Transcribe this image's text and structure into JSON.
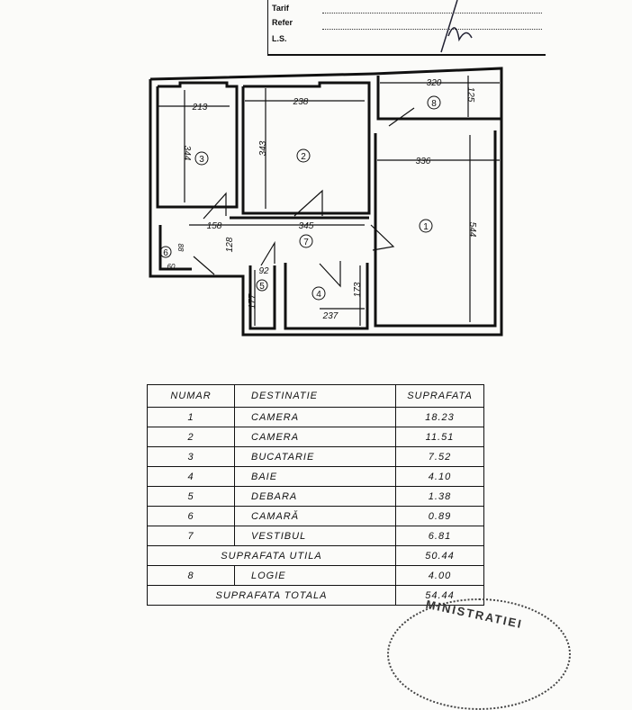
{
  "header": {
    "line1": "Tarif",
    "line1_value": "...",
    "line2": "Refer",
    "line3": "L.S."
  },
  "plan": {
    "rooms": [
      "1",
      "2",
      "3",
      "4",
      "5",
      "6",
      "7",
      "8"
    ],
    "dimensions": {
      "room3_width": "213",
      "room3_length": "344",
      "room2_width": "238",
      "room2_length": "343",
      "room8_width": "320",
      "room8_length": "125",
      "room1_width": "336",
      "room1_length": "544",
      "corridor_a": "158",
      "corridor_b": "345",
      "corridor_c": "128",
      "room5_width": "92",
      "room5_length": "177",
      "room4_width": "237",
      "room4_length": "173",
      "room6_a": "60",
      "room6_b": "88"
    }
  },
  "table": {
    "headers": [
      "NUMAR",
      "DESTINATIE",
      "SUPRAFATA"
    ],
    "rows": [
      {
        "num": "1",
        "dest": "CAMERA",
        "area": "18.23"
      },
      {
        "num": "2",
        "dest": "CAMERA",
        "area": "11.51"
      },
      {
        "num": "3",
        "dest": "BUCATARIE",
        "area": "7.52"
      },
      {
        "num": "4",
        "dest": "BAIE",
        "area": "4.10"
      },
      {
        "num": "5",
        "dest": "DEBARA",
        "area": "1.38"
      },
      {
        "num": "6",
        "dest": "CAMARĂ",
        "area": "0.89"
      },
      {
        "num": "7",
        "dest": "VESTIBUL",
        "area": "6.81"
      }
    ],
    "useful_label": "SUPRAFATA UTILA",
    "useful_value": "50.44",
    "loggia": {
      "num": "8",
      "dest": "LOGIE",
      "area": "4.00"
    },
    "total_label": "SUPRAFATA TOTALA",
    "total_value": "54.44"
  },
  "stamp": {
    "text": "MINISTRATIEI"
  }
}
